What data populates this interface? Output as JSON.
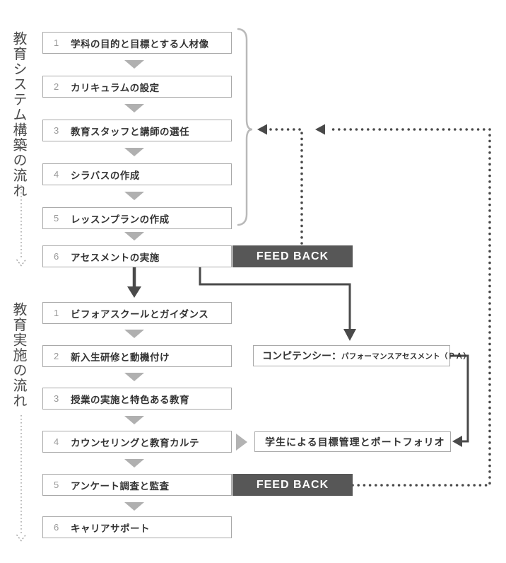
{
  "diagram": {
    "sections": [
      {
        "side_label": "教育システム構築の流れ",
        "feedback_label": "FEED BACK",
        "steps": [
          {
            "num": "1",
            "label": "学科の目的と目標とする人材像"
          },
          {
            "num": "2",
            "label": "カリキュラムの設定"
          },
          {
            "num": "3",
            "label": "教育スタッフと講師の選任"
          },
          {
            "num": "4",
            "label": "シラバスの作成"
          },
          {
            "num": "5",
            "label": "レッスンプランの作成"
          },
          {
            "num": "6",
            "label": "アセスメントの実施"
          }
        ]
      },
      {
        "side_label": "教育実施の流れ",
        "feedback_label": "FEED BACK",
        "steps": [
          {
            "num": "1",
            "label": "ビフォアスクールとガイダンス"
          },
          {
            "num": "2",
            "label": "新入生研修と動機付け"
          },
          {
            "num": "3",
            "label": "授業の実施と特色ある教育"
          },
          {
            "num": "4",
            "label": "カウンセリングと教育カルテ"
          },
          {
            "num": "5",
            "label": "アンケート調査と監査"
          },
          {
            "num": "6",
            "label": "キャリアサポート"
          }
        ]
      }
    ],
    "side_boxes": {
      "competency_title": "コンピテンシー：",
      "competency_sub": "パフォーマンスアセスメント（ＰＡ）",
      "portfolio_label": "学生による目標管理とポートフォリオ"
    },
    "colors": {
      "feedback_bg": "#575757",
      "feedback_text": "#ffffff",
      "dark_line": "#4a4a4a",
      "light_line": "#b3b3b3",
      "box_border": "#a9a9a9",
      "step_number": "#999999",
      "step_text": "#333333"
    }
  }
}
